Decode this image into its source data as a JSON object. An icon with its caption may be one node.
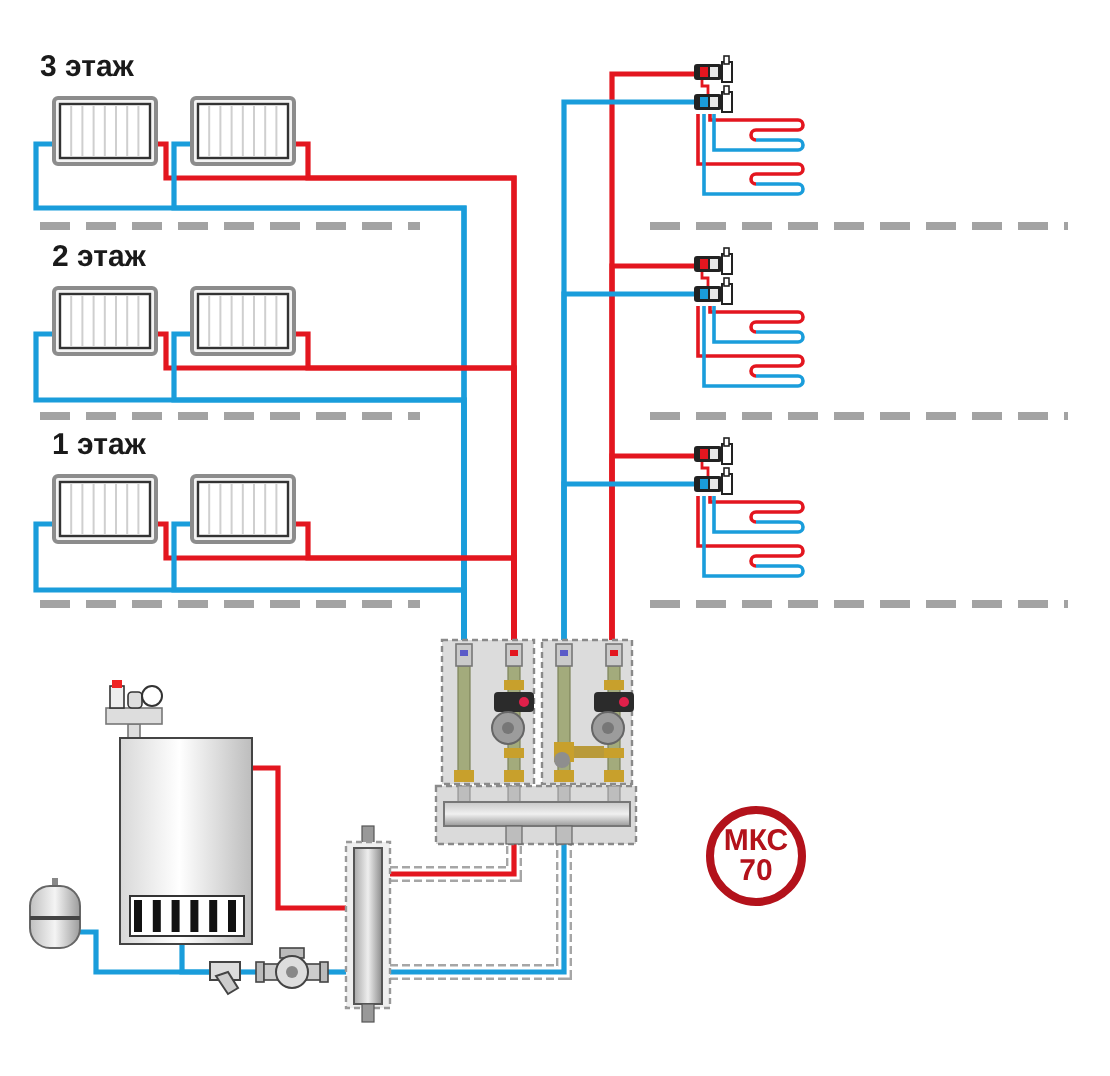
{
  "diagram": {
    "nodes": [
      {
        "text": [],
        "shape": "picture"
      },
      {
        "text": [],
        "shape": "picture"
      },
      {
        "text": [],
        "shape": "picture"
      },
      {
        "text": [],
        "shape": "picture"
      },
      {
        "text": [],
        "shape": "picture"
      },
      {
        "text": [],
        "shape": "picture"
      },
      {
        "text": [],
        "shape": "picture"
      },
      {
        "text": [],
        "shape": "picture"
      },
      {
        "text": [],
        "shape": "picture"
      },
      {
        "text": [],
        "shape": "picture"
      },
      {
        "text": [],
        "shape": "picture"
      },
      {
        "text": [],
        "shape": "picture"
      },
      {
        "text": [],
        "shape": "picture"
      },
      {
        "text": [
          "МКС 70"
        ]
      },
      {
        "text": [],
        "shape": "picture"
      },
      {
        "text": [],
        "shape": "picture"
      },
      {
        "text": [],
        "shape": "picture"
      },
      {
        "text": [],
        "shape": "picture"
      }
    ],
    "edges": [
      {
        "from": 0,
        "to": 9,
        "arrow": "none"
      },
      {
        "from": 0,
        "to": 9,
        "arrow": "none",
        "color": "#e3161f"
      },
      {
        "from": 1,
        "to": 9,
        "arrow": "none"
      },
      {
        "from": 1,
        "to": 9,
        "arrow": "none",
        "color": "#e3161f"
      },
      {
        "from": 10,
        "to": 2,
        "arrow": "none",
        "color": "#e3161f"
      },
      {
        "from": 10,
        "to": 2,
        "arrow": "none"
      },
      {
        "from": 3,
        "to": 9,
        "arrow": "none"
      },
      {
        "from": 3,
        "to": 9,
        "arrow": "none",
        "color": "#e3161f"
      },
      {
        "from": 4,
        "to": 9,
        "arrow": "none"
      },
      {
        "from": 4,
        "to": 9,
        "arrow": "none",
        "color": "#e3161f"
      },
      {
        "from": 10,
        "to": 5,
        "arrow": "none",
        "color": "#e3161f"
      },
      {
        "from": 10,
        "to": 5,
        "arrow": "none"
      },
      {
        "from": 6,
        "to": 9,
        "arrow": "none"
      },
      {
        "from": 6,
        "to": 9,
        "arrow": "none",
        "color": "#e3161f"
      },
      {
        "from": 7,
        "to": 9,
        "arrow": "none"
      },
      {
        "from": 7,
        "to": 9,
        "arrow": "none",
        "color": "#e3161f"
      },
      {
        "from": 10,
        "to": 8,
        "arrow": "none",
        "color": "#e3161f"
      },
      {
        "from": 10,
        "to": 8,
        "arrow": "none"
      },
      {
        "from": 11,
        "to": 14,
        "arrow": "none",
        "color": "#e3161f"
      },
      {
        "from": 14,
        "to": 12,
        "arrow": "none",
        "color": "#e3161f"
      },
      {
        "from": 14,
        "to": 12,
        "arrow": "none"
      },
      {
        "from": 14,
        "to": 17,
        "arrow": "none"
      },
      {
        "from": 17,
        "to": 16,
        "arrow": "none"
      },
      {
        "from": 16,
        "to": 11,
        "arrow": "none"
      },
      {
        "from": 16,
        "to": 15,
        "arrow": "none"
      }
    ],
    "labels": [
      "3 этаж",
      "2 этаж",
      "1 этаж"
    ]
  }
}
